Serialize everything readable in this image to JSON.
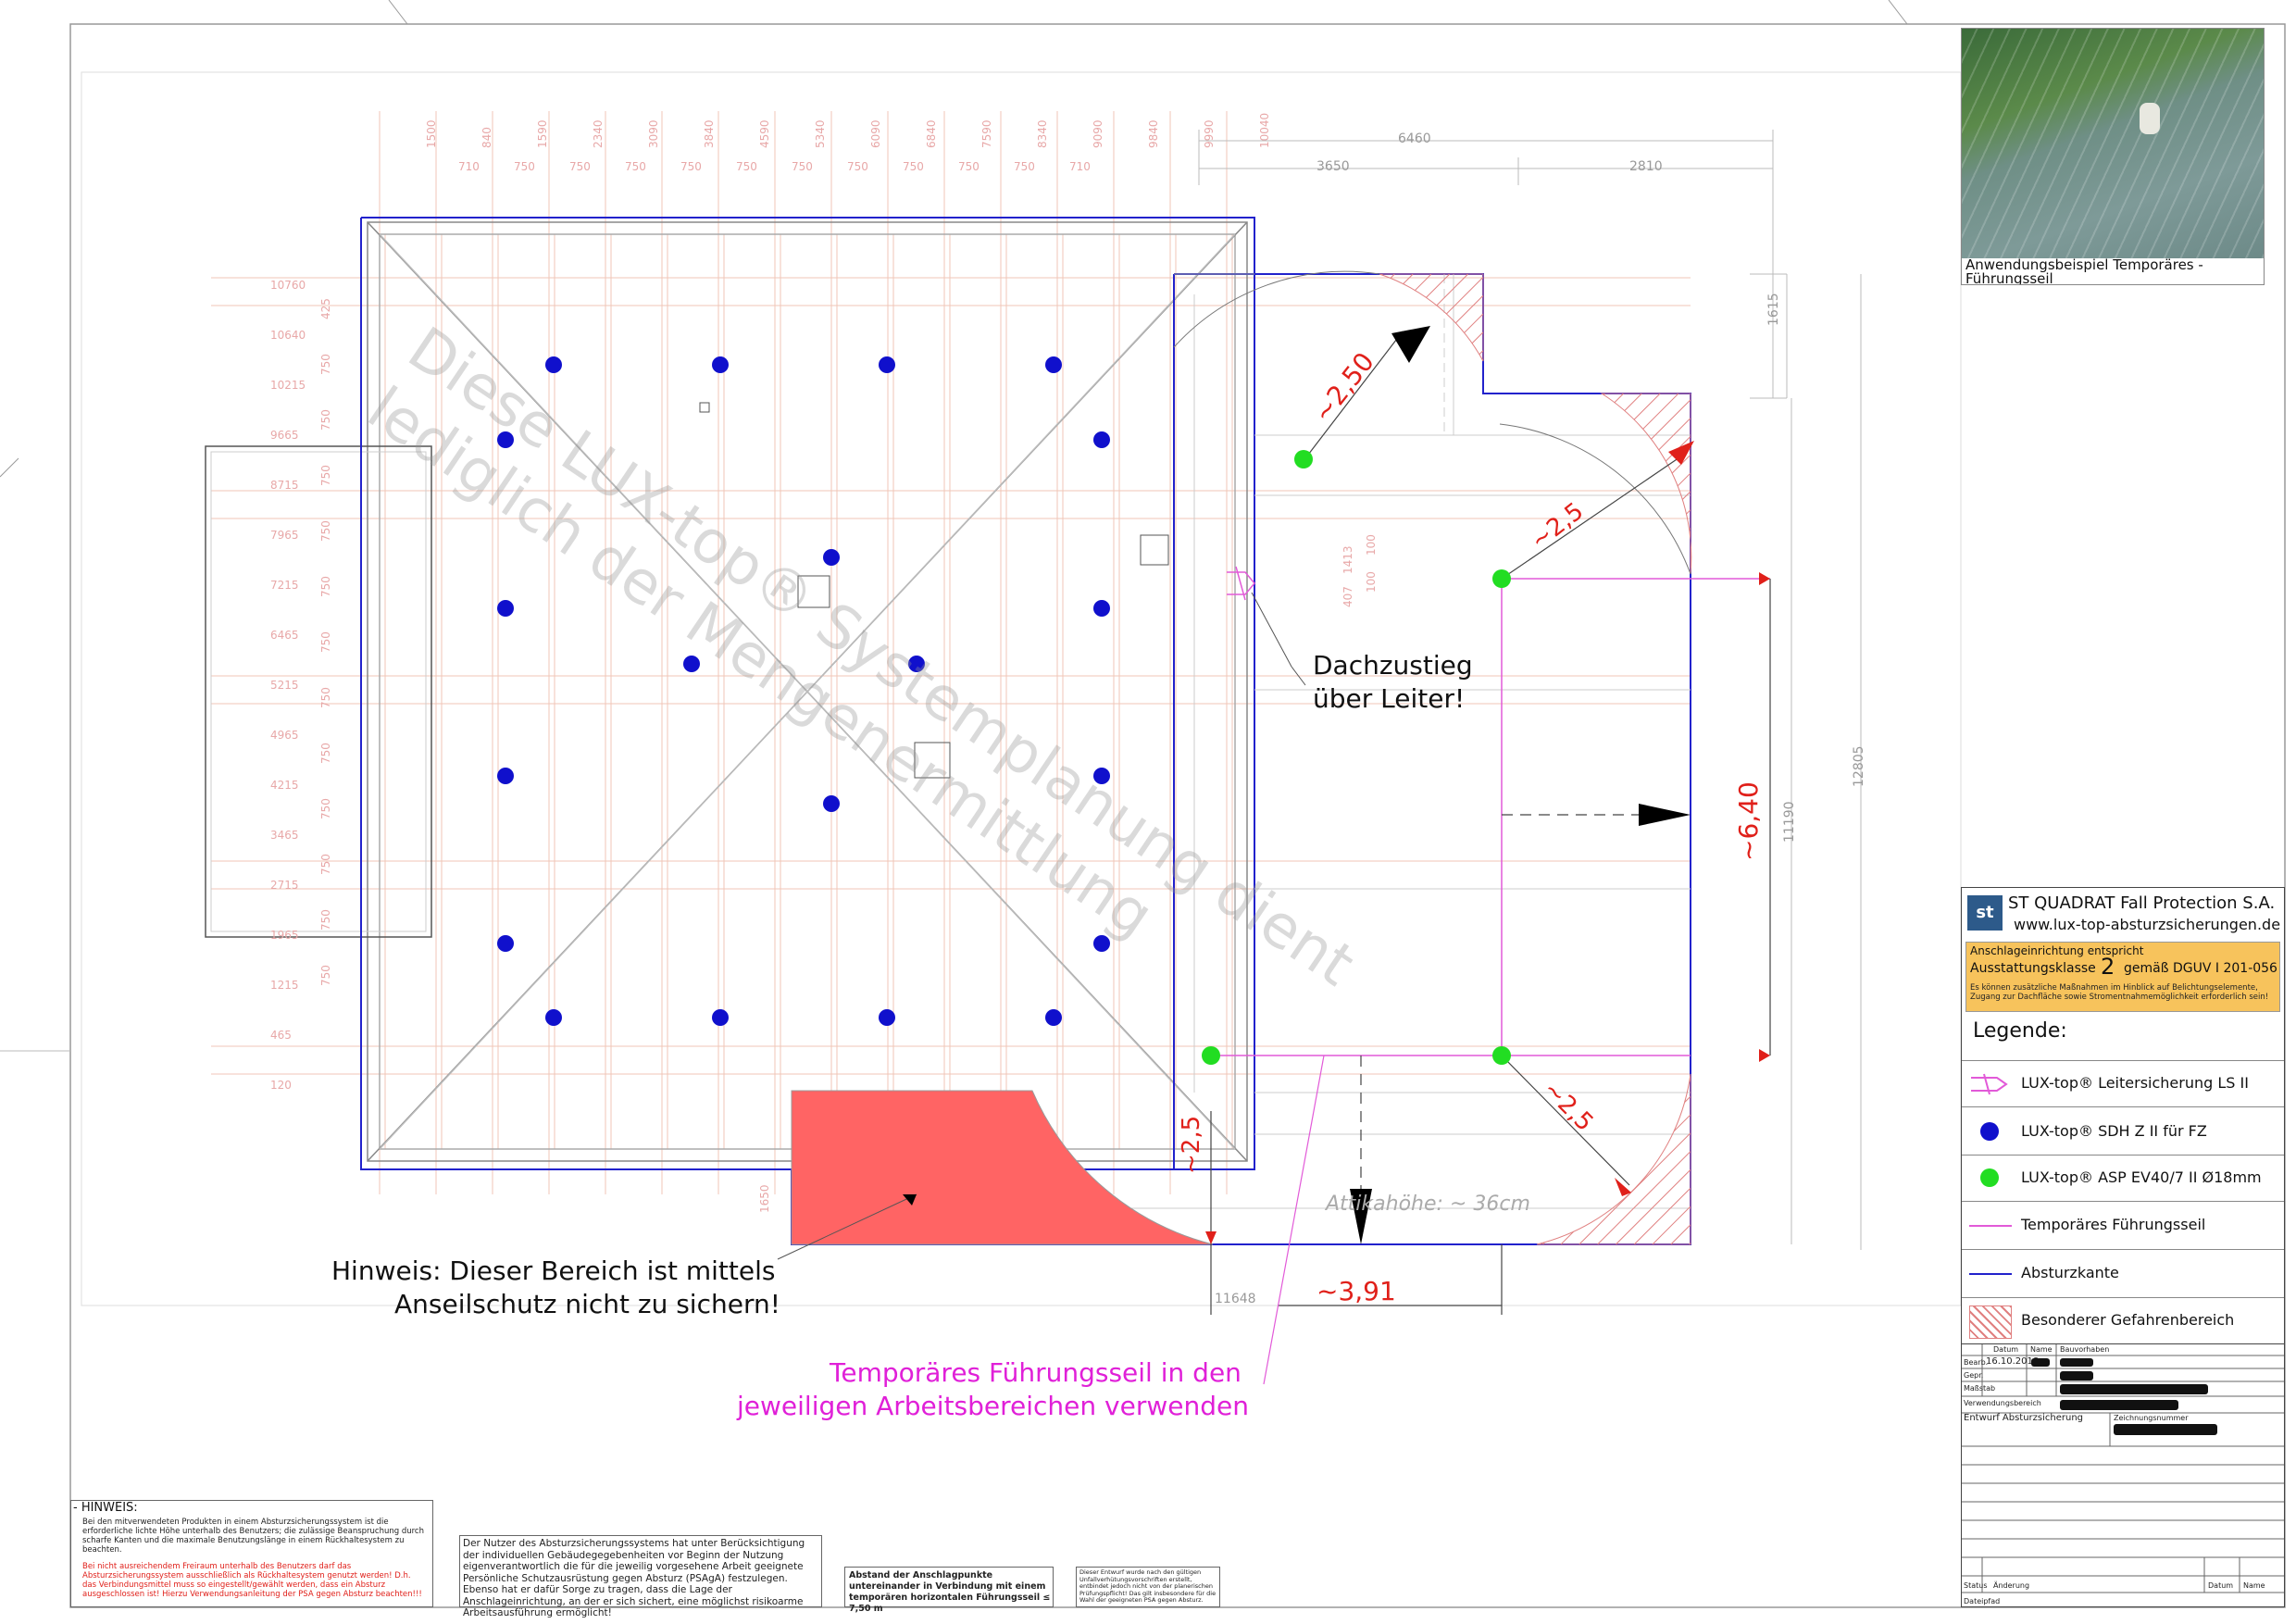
{
  "photo": {
    "caption": "Anwendungsbeispiel Temporäres - Führungsseil"
  },
  "watermark": "Diese LUX-top® Systemplanung dient lediglich der Mengenermittlung",
  "dimensions": {
    "top_total": "6460",
    "top_left": "3650",
    "top_right": "2810",
    "right_upper": "1615",
    "right_total": "12805",
    "right_inner": "11190",
    "bottom_left": "11648",
    "grid_top": [
      "1500",
      "840",
      "1590",
      "2340",
      "3090",
      "3840",
      "4590",
      "5340",
      "6090",
      "6840",
      "7590",
      "8340",
      "9090",
      "9840",
      "9990",
      "10040"
    ],
    "grid_pitch": [
      "710",
      "750",
      "750",
      "750",
      "750",
      "750",
      "750",
      "750",
      "750",
      "750",
      "750",
      "710"
    ],
    "grid_left": [
      "10760",
      "10640",
      "10215",
      "9665",
      "8715",
      "7965",
      "7215",
      "6465",
      "5215",
      "4965",
      "4215",
      "3465",
      "2715",
      "1965",
      "1215",
      "465",
      "120"
    ],
    "grid_left_pitch": [
      "425",
      "750",
      "750",
      "750",
      "750",
      "750",
      "750",
      "750",
      "750",
      "750",
      "750",
      "750",
      "750"
    ],
    "misc": [
      "1413",
      "100",
      "407",
      "100",
      "1650"
    ]
  },
  "annotations": {
    "d_250": "~2,50",
    "d_25_a": "~2,5",
    "d_640": "~6,40",
    "d_25_b": "~2,5",
    "d_25_c": "~2,5",
    "d_391": "~3,91",
    "attika": "Attikahöhe: ~ 36cm",
    "dachzustieg_1": "Dachzustieg",
    "dachzustieg_2": "über Leiter!",
    "hinweis_1": "Hinweis: Dieser Bereich ist mittels",
    "hinweis_2": "Anseilschutz nicht zu sichern!",
    "seil_1": "Temporäres Führungsseil in den",
    "seil_2": "jeweiligen Arbeitsbereichen verwenden"
  },
  "company": {
    "logo": "st",
    "name": "ST QUADRAT Fall Protection S.A.",
    "url": "www.lux-top-absturzsicherungen.de",
    "class_line": "Anschlageinrichtung entspricht",
    "class_label": "Ausstattungsklasse",
    "class_num": "2",
    "class_std": "gemäß DGUV I 201-056",
    "class_note": "Es können zusätzliche Maßnahmen im Hinblick auf Belichtungselemente, Zugang zur Dachfläche sowie Stromentnahmemöglichkeit erforderlich sein!"
  },
  "legend": {
    "title": "Legende:",
    "items": [
      {
        "label": "LUX-top® Leitersicherung LS II"
      },
      {
        "label": "LUX-top® SDH Z II für FZ"
      },
      {
        "label": "LUX-top® ASP EV40/7 II Ø18mm"
      },
      {
        "label": "Temporäres Führungsseil"
      },
      {
        "label": "Absturzkante"
      },
      {
        "label": "Besonderer Gefahrenbereich"
      }
    ]
  },
  "title_block": {
    "h_datum": "Datum",
    "h_name": "Name",
    "h_bauvorhaben": "Bauvorhaben",
    "bearb": "Bearb.",
    "date": "16.10.2018",
    "gepr": "Gepr.",
    "massstab": "Maßstab",
    "verwendung": "Verwendungsbereich",
    "entwurf": "Entwurf Absturzsicherung",
    "zeichnungsnummer": "Zeichnungsnummer",
    "status": "Status",
    "aenderung": "Änderung",
    "datum2": "Datum",
    "name2": "Name",
    "dateipfad": "Dateipfad"
  },
  "notes": {
    "hinweis_title": "- HINWEIS:",
    "hinweis_body": "Bei den mitverwendeten Produkten in einem Absturzsicherungssystem ist die erforderliche lichte Höhe unterhalb des Benutzers; die zulässige Beanspruchung durch scharfe Kanten und die maximale Benutzungslänge in einem Rückhaltesystem zu beachten.",
    "hinweis_red": "Bei nicht ausreichendem Freiraum unterhalb des Benutzers darf das Absturzsicherungssystem ausschließlich als Rückhaltesystem genutzt werden! D.h. das Verbindungsmittel muss so eingestellt/gewählt werden, dass ein Absturz ausgeschlossen ist! Hierzu Verwendungsanleitung der PSA gegen Absturz beachten!!!",
    "nutzer": "Der Nutzer des Absturzsicherungssystems hat unter Berücksichtigung der individuellen Gebäudegegebenheiten vor Beginn der Nutzung eigenverantwortlich die für die jeweilig vorgesehene Arbeit geeignete Persönliche Schutzausrüstung gegen Absturz (PSAgA) festzulegen. Ebenso hat er dafür Sorge zu tragen, dass die Lage der Anschlageinrichtung, an der er sich sichert, eine möglichst risikoarme Arbeitsausführung ermöglicht!",
    "abstand": "Abstand der Anschlagpunkte untereinander in Verbindung mit einem temporären horizontalen Führungsseil ≤ 7,50 m",
    "entwurf_note": "Dieser Entwurf wurde nach den gültigen Unfallverhütungsvorschriften erstellt, entbindet jedoch nicht von der planerischen Prüfungspflicht! Das gilt insbesondere für die Wahl der geeigneten PSA gegen Absturz."
  },
  "colors": {
    "blue_edge": "#2222cc",
    "anchor_blue": "#1010cc",
    "anchor_green": "#22dd22",
    "rope_pink": "#e25ad8",
    "hazard_red": "#ff5a5a",
    "dim_red": "#e0201a",
    "legend_yellow": "#f7c35c"
  }
}
